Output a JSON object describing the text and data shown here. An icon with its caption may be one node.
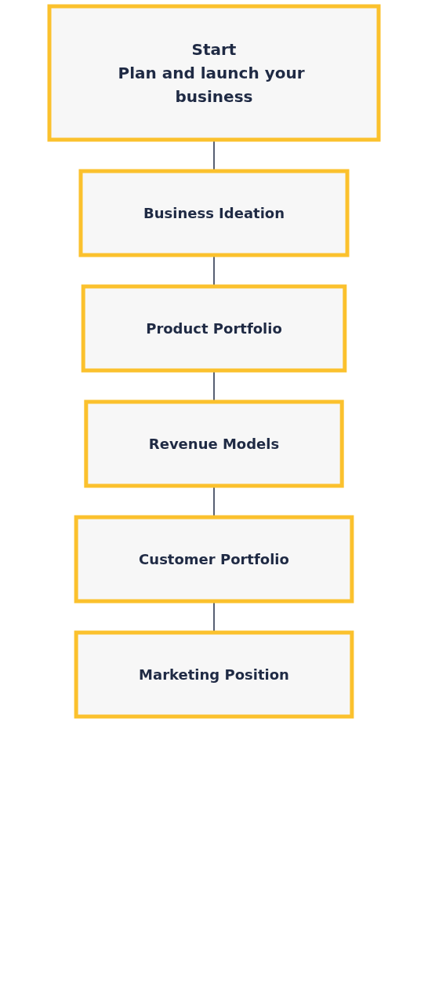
{
  "diagram": {
    "nodes": [
      {
        "text": [
          "Start",
          "Plan and launch your business"
        ]
      },
      {
        "text": [
          "Business Ideation"
        ]
      },
      {
        "text": [
          "Product Portfolio"
        ]
      },
      {
        "text": [
          "Revenue Models"
        ]
      },
      {
        "text": [
          "Customer Portfolio"
        ]
      },
      {
        "text": [
          "Marketing Position"
        ]
      }
    ],
    "edges": [
      {
        "from": 0,
        "to": 1,
        "arrow": "none"
      },
      {
        "from": 1,
        "to": 2,
        "arrow": "none"
      },
      {
        "from": 2,
        "to": 3,
        "arrow": "none"
      },
      {
        "from": 3,
        "to": 4,
        "arrow": "none"
      },
      {
        "from": 4,
        "to": 5,
        "arrow": "none"
      }
    ]
  }
}
